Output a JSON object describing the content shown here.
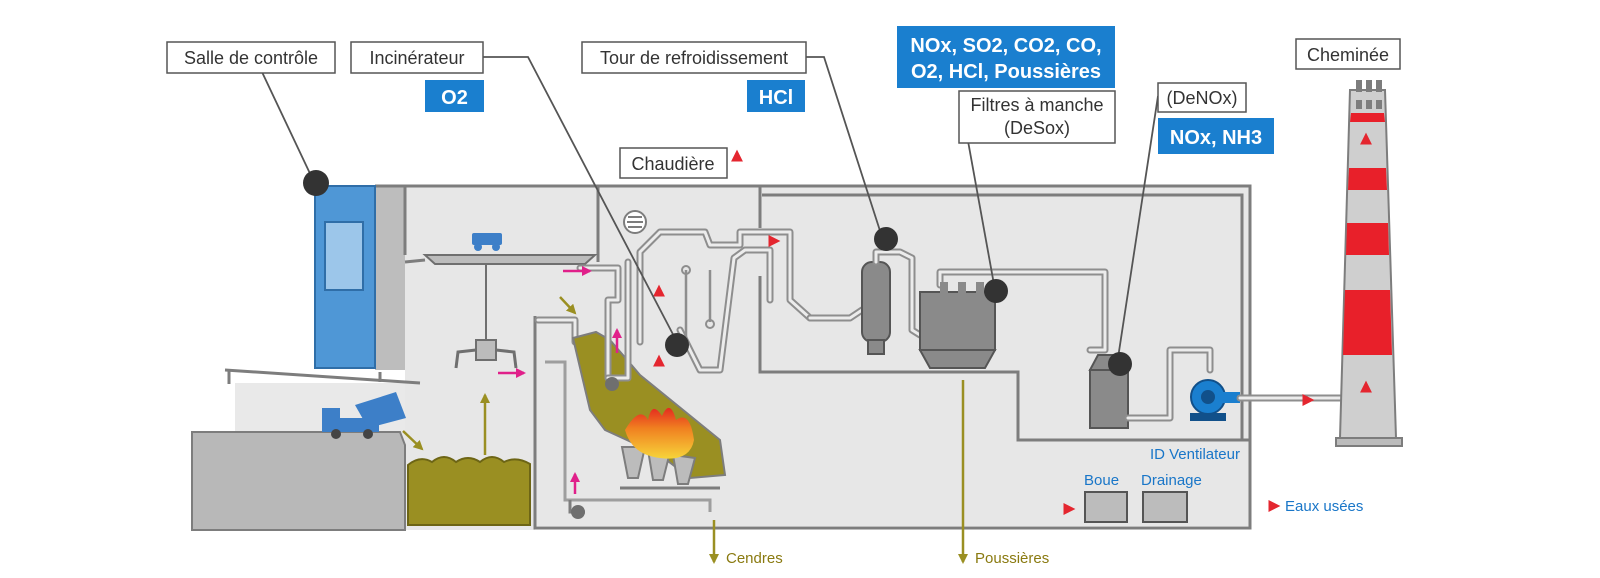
{
  "labels": {
    "control_room": "Salle de contrôle",
    "incinerator": "Incinérateur",
    "cooling_tower": "Tour de refroidissement",
    "boiler": "Chaudière",
    "bag_filters_line1": "Filtres à manche",
    "bag_filters_line2": "(DeSox)",
    "denox": "(DeNOx)",
    "chimney": "Cheminée",
    "id_fan": "ID Ventilateur",
    "sludge": "Boue",
    "drainage": "Drainage",
    "wastewater": "Eaux usées",
    "ash": "Cendres",
    "dust": "Poussières"
  },
  "tags": {
    "o2": "O2",
    "hcl": "HCl",
    "multi_line1": "NOx, SO2, CO2, CO,",
    "multi_line2": "O2, HCl, Poussières",
    "nox_nh3": "NOx, NH3"
  },
  "colors": {
    "tag_blue": "#1a7fcf",
    "building_gray": "#e7e7e7",
    "waste_olive": "#9a8f22",
    "flow_magenta": "#e0208a",
    "flow_orange": "#f39a1e",
    "flow_red": "#e4262f",
    "chimney_red": "#e8202a",
    "control_blue": "#4f97d6"
  }
}
